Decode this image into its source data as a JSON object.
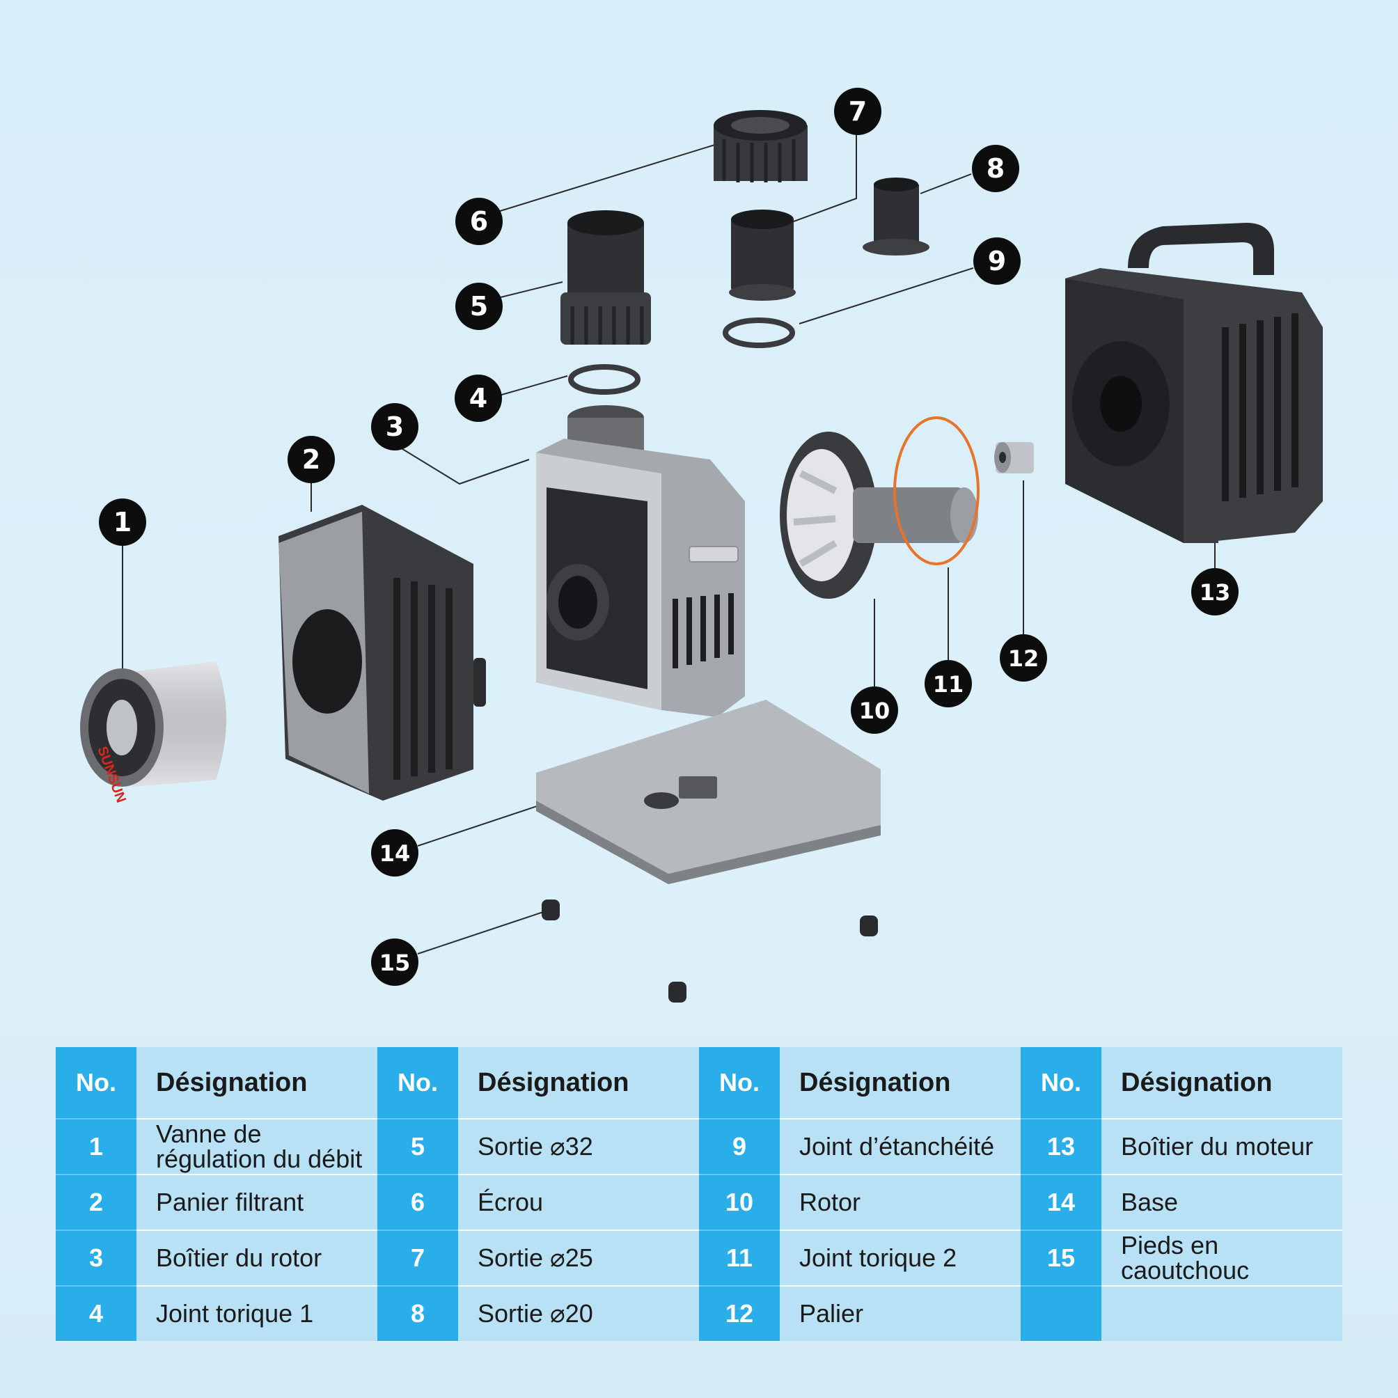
{
  "colors": {
    "background": "#d8eef8",
    "callout_fill": "#0d0d0d",
    "table_number_bg": "#29aeea",
    "table_text_bg": "#b8e1f5",
    "o_ring_accent": "#e8742c",
    "brand_red": "#d9271c"
  },
  "brand": "SUNSUN",
  "callouts": [
    "1",
    "2",
    "3",
    "4",
    "5",
    "6",
    "7",
    "8",
    "9",
    "10",
    "11",
    "12",
    "13",
    "14",
    "15"
  ],
  "table": {
    "headers": {
      "no": "No.",
      "designation": "Désignation"
    },
    "columns": [
      {
        "rows": [
          {
            "no": "1",
            "name": "Vanne de régulation du débit"
          },
          {
            "no": "2",
            "name": "Panier filtrant"
          },
          {
            "no": "3",
            "name": "Boîtier du rotor"
          },
          {
            "no": "4",
            "name": "Joint torique 1"
          }
        ]
      },
      {
        "rows": [
          {
            "no": "5",
            "name": "Sortie ⌀32"
          },
          {
            "no": "6",
            "name": "Écrou"
          },
          {
            "no": "7",
            "name": "Sortie  ⌀25"
          },
          {
            "no": "8",
            "name": "Sortie  ⌀20"
          }
        ]
      },
      {
        "rows": [
          {
            "no": "9",
            "name": "Joint d’étanchéité"
          },
          {
            "no": "10",
            "name": "Rotor"
          },
          {
            "no": "11",
            "name": "Joint torique 2"
          },
          {
            "no": "12",
            "name": "Palier"
          }
        ]
      },
      {
        "rows": [
          {
            "no": "13",
            "name": "Boîtier du moteur"
          },
          {
            "no": "14",
            "name": "Base"
          },
          {
            "no": "15",
            "name": "Pieds en caoutchouc"
          },
          {
            "no": "",
            "name": ""
          }
        ]
      }
    ]
  }
}
